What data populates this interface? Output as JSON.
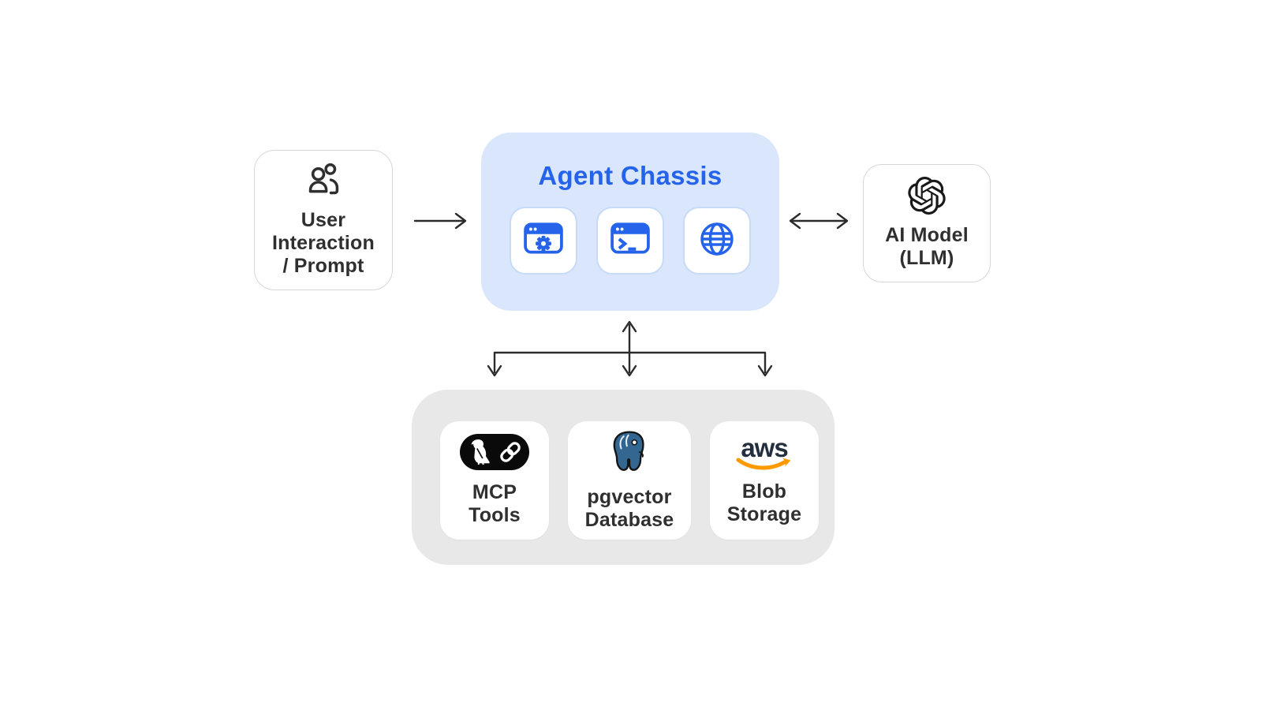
{
  "nodes": {
    "user": {
      "label": "User\nInteraction\n/ Prompt",
      "icon": "users-icon"
    },
    "chassis": {
      "title": "Agent Chassis",
      "icons": [
        "app-window-gear-icon",
        "terminal-icon",
        "globe-icon"
      ]
    },
    "ai_model": {
      "label": "AI Model\n(LLM)",
      "icon": "openai-logo"
    },
    "tools_group": {
      "items": [
        {
          "label": "MCP\nTools",
          "icon": "mcp-bird-link-icon"
        },
        {
          "label": "pgvector\nDatabase",
          "icon": "postgresql-elephant-icon"
        },
        {
          "label": "Blob\nStorage",
          "icon": "aws-logo",
          "brand_text": "aws"
        }
      ]
    }
  },
  "connections": [
    {
      "from": "user",
      "to": "chassis",
      "style": "single-arrow-right"
    },
    {
      "from": "chassis",
      "to": "ai_model",
      "style": "double-arrow"
    },
    {
      "from": "chassis",
      "to": "tools_group",
      "style": "double-arrow-branching-to-three"
    }
  ],
  "colors": {
    "accent_blue": "#2563eb",
    "chassis_background": "#d9e6fb",
    "chassis_card_border": "#c7daf7",
    "tools_background": "#e8e8e8",
    "text_dark": "#2f2f2f",
    "arrow": "#2b2b2b",
    "node_border": "#d7d7d7",
    "aws_navy": "#232f3e",
    "aws_orange": "#ff9900",
    "postgres_blue": "#336791",
    "mcp_pill_black": "#0a0a0a",
    "openai_black": "#191919"
  }
}
